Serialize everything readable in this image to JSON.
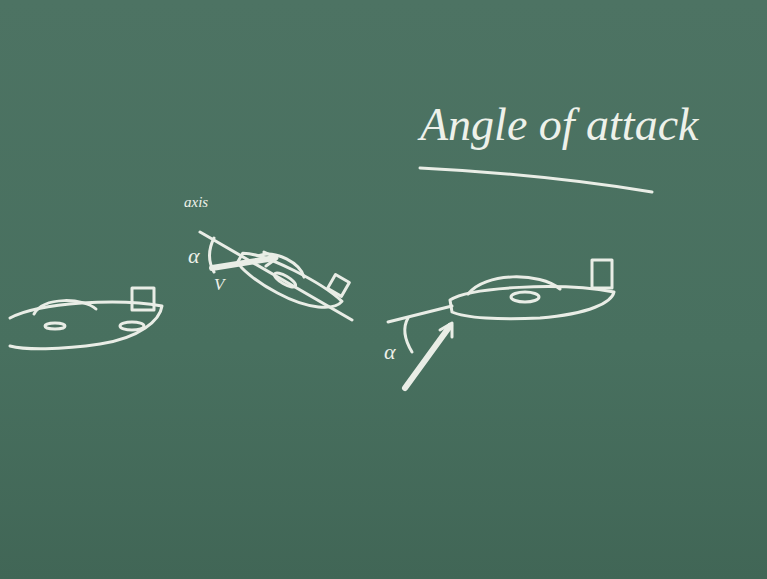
{
  "diagram": {
    "title": "Angle of attack",
    "labels": [
      "axis",
      "α",
      "V",
      "α"
    ]
  }
}
